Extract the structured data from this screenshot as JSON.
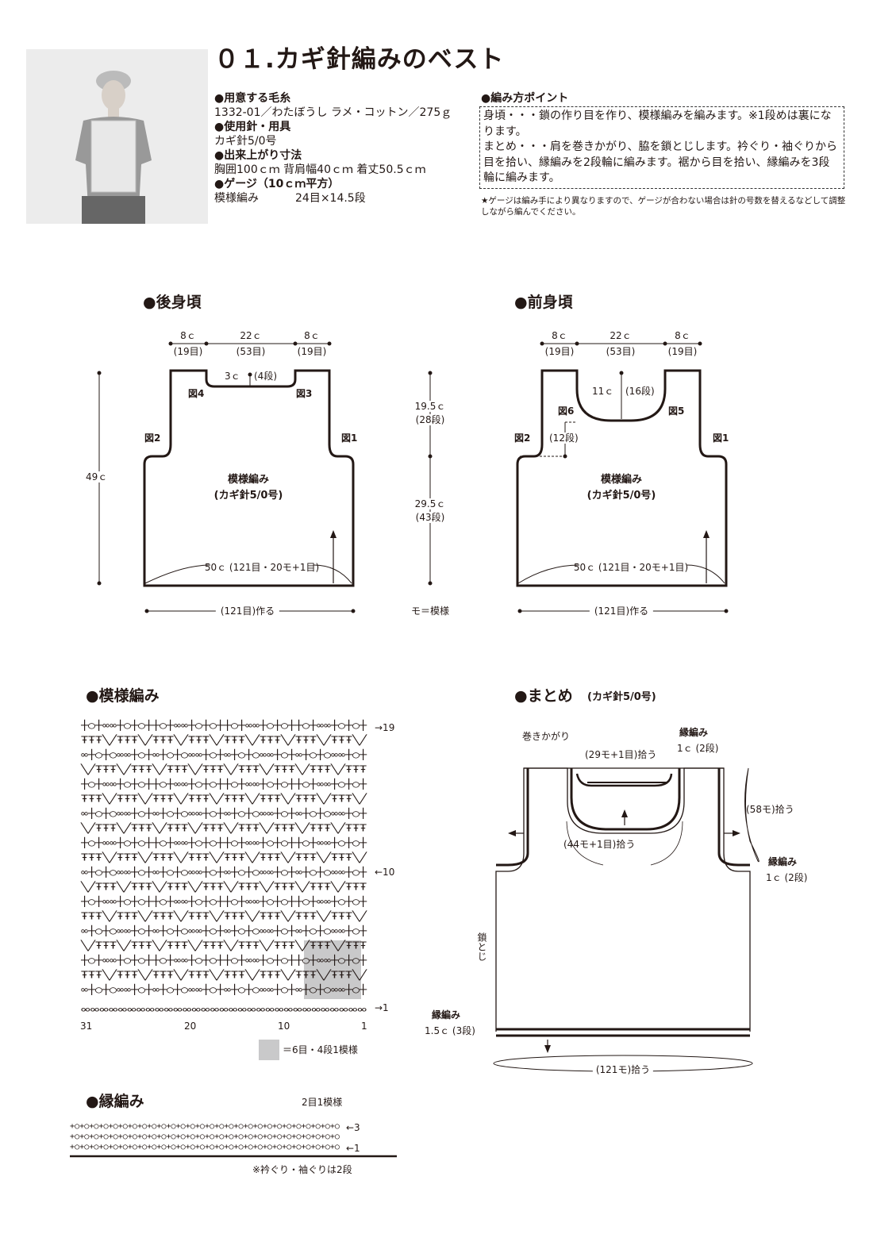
{
  "title": "０１.カギ針編みのベスト",
  "materials": {
    "yarn_heading": "●用意する毛糸",
    "yarn": "1332-01／わたぼうし ラメ・コットン／275ｇ",
    "tools_heading": "●使用針・用具",
    "tools": "カギ針5/0号",
    "size_heading": "●出来上がり寸法",
    "size": "胸囲100ｃｍ 背肩幅40ｃｍ 着丈50.5ｃｍ",
    "gauge_heading": "●ゲージ（10ｃｍ平方）",
    "gauge_label": "模様編み",
    "gauge_value": "24目×14.5段"
  },
  "points": {
    "heading": "●編み方ポイント",
    "line1": "身頃・・・鎖の作り目を作り、模様編みを編みます。※1段めは裏になります。",
    "line2": "まとめ・・・肩を巻きかがり、脇を鎖とじします。衿ぐり・袖ぐりから目を拾い、縁編みを2段輪に編みます。裾から目を拾い、縁編みを3段輪に編みます。",
    "note": "★ゲージは編み手により異なりますので、ゲージが合わない場合は針の号数を替えるなどして調整しながら編んでください。"
  },
  "back": {
    "heading": "●後身頃",
    "top_left": "8ｃ",
    "top_left_st": "(19目)",
    "top_mid": "22ｃ",
    "top_mid_st": "(53目)",
    "top_right": "8ｃ",
    "top_right_st": "(19目)",
    "neck": "3ｃ",
    "neck_rows": "(4段)",
    "fig4": "図4",
    "fig3": "図3",
    "fig2": "図2",
    "fig1": "図1",
    "height": "49ｃ",
    "pattern": "模様編み",
    "hook": "(カギ針5/0号)",
    "bottom": "50ｃ (121目・20モ+1目)",
    "cast_on": "(121目)作る"
  },
  "middle": {
    "upper": "19.5ｃ",
    "upper_rows": "(28段)",
    "lower": "29.5ｃ",
    "lower_rows": "(43段)",
    "legend": "モ＝模様"
  },
  "front": {
    "heading": "●前身頃",
    "top_left": "8ｃ",
    "top_left_st": "(19目)",
    "top_mid": "22ｃ",
    "top_mid_st": "(53目)",
    "top_right": "8ｃ",
    "top_right_st": "(19目)",
    "neck": "11ｃ",
    "neck_rows": "(16段)",
    "fig6": "図6",
    "fig5": "図5",
    "fig2": "図2",
    "fig1": "図1",
    "side_rows": "(12段)",
    "pattern": "模様編み",
    "hook": "(カギ針5/0号)",
    "bottom": "50ｃ (121目・20モ+1目)",
    "cast_on": "(121目)作る"
  },
  "stitch_chart": {
    "heading": "●模様編み",
    "row19": "→19",
    "row10": "←10",
    "row1": "→1",
    "col31": "31",
    "col20": "20",
    "col10": "10",
    "col1": "1",
    "legend": "＝6目・4段1模様"
  },
  "finishing": {
    "heading": "●まとめ",
    "hook": "(カギ針5/0号)",
    "whip": "巻きかがり",
    "neck_back": "(29モ+1目)拾う",
    "edge_label": "縁編み",
    "edge_size": "1ｃ (2段)",
    "neck_front": "(44モ+1目)拾う",
    "arm": "(58モ)拾う",
    "arm_edge_label": "縁編み",
    "arm_edge_size": "1ｃ (2段)",
    "side": "鎖とじ",
    "hem_label": "縁編み",
    "hem_size": "1.5ｃ (3段)",
    "hem_pick": "(121モ)拾う"
  },
  "edging": {
    "heading": "●縁編み",
    "repeat": "2目1模様",
    "row3": "←3",
    "row1": "←1",
    "note": "※衿ぐり・袖ぐりは2段"
  }
}
